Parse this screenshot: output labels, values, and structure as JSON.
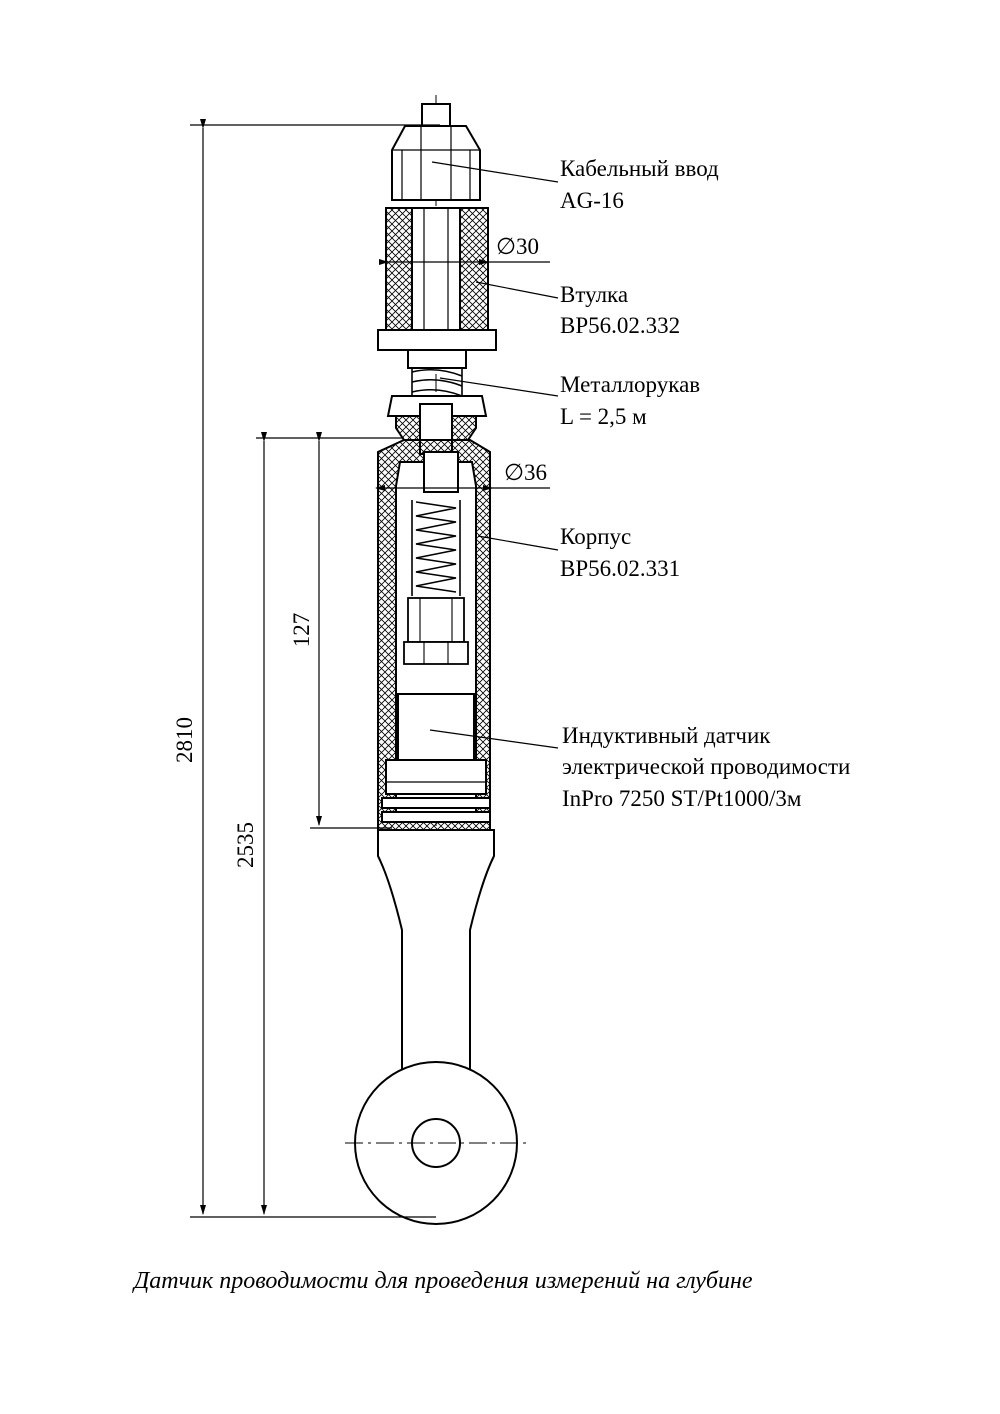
{
  "callouts": {
    "cable_gland": {
      "name": "Кабельный ввод",
      "code": "AG-16"
    },
    "bushing": {
      "name": "Втулка",
      "code": "ВР56.02.332"
    },
    "metal_hose": {
      "name": "Металлорукав",
      "length": "L = 2,5 м"
    },
    "housing": {
      "name": "Корпус",
      "code": "ВР56.02.331"
    },
    "sensor": {
      "line1": "Индуктивный датчик",
      "line2": "электрической проводимости",
      "line3": "InPro 7250 ST/Pt1000/3м"
    }
  },
  "dimensions": {
    "overall_length": "2810",
    "body_to_eye_length": "2535",
    "housing_length": "127",
    "bushing_diameter": "∅30",
    "housing_diameter": "∅36"
  },
  "caption": "Датчик проводимости для проведения измерений на глубине",
  "colors": {
    "line": "#000000",
    "paper": "#ffffff"
  }
}
